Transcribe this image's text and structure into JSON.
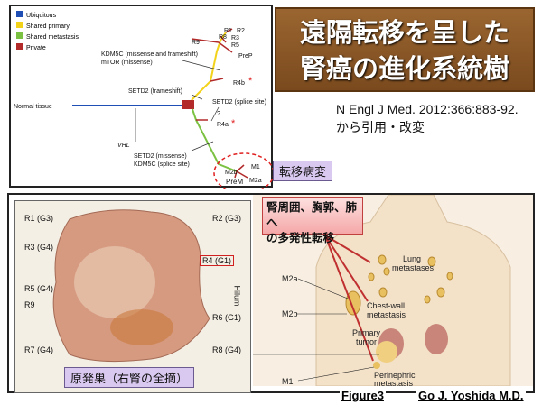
{
  "title": {
    "line1": "遠隔転移を呈した",
    "line2": "腎癌の進化系統樹"
  },
  "citation": {
    "journal": "N Engl J Med. 2012:366:883-92.",
    "note": "から引用・改変"
  },
  "tree": {
    "legend": [
      {
        "label": "Ubiquitous",
        "color": "#1f4fb5"
      },
      {
        "label": "Shared primary",
        "color": "#f3d21a"
      },
      {
        "label": "Shared metastasis",
        "color": "#7cc242"
      },
      {
        "label": "Private",
        "color": "#b22a2a"
      }
    ],
    "normal": "Normal tissue",
    "vhl": "VHL",
    "kdm5c_1": "KDM5C (missense and frameshift)",
    "mtor": "mTOR (missense)",
    "setd2_fs": "SETD2 (frameshift)",
    "setd2_ss": "SETD2 (splice site)",
    "q": "?",
    "setd2_ms": "SETD2 (missense)",
    "kdm5c_2": "KDM5C (splice site)",
    "leaves": {
      "R1": "R1",
      "R2": "R2",
      "R3": "R3",
      "R5": "R5",
      "R8": "R8",
      "R9": "R9",
      "PreP": "PreP",
      "R4b": "R4b",
      "R4a": "R4a",
      "M1": "M1",
      "M2a": "M2a",
      "M2b": "M2b",
      "PreM": "PreM"
    },
    "star": "*"
  },
  "metastasis_label": "転移病変",
  "primary": {
    "label": "原発巣（右腎の全摘）",
    "hilum": "Hilum",
    "regions": [
      "R1 (G3)",
      "R2 (G3)",
      "R3 (G4)",
      "R4 (G1)",
      "R5 (G4)",
      "R6 (G1)",
      "R7 (G4)",
      "R8 (G4)",
      "R9"
    ]
  },
  "callout": {
    "line1": "腎周囲、胸郭、肺へ",
    "line2": "の多発性転移"
  },
  "body": {
    "lung": "Lung",
    "lung2": "metastases",
    "chest": "Chest-wall",
    "chest2": "metastasis",
    "primary": "Primary",
    "primary2": "tumor",
    "peri": "Perinephric",
    "peri2": "metastasis",
    "m2a": "M2a",
    "m2b": "M2b",
    "m1": "M1"
  },
  "footer": {
    "figure": "Figure3",
    "author": "Go J. Yoshida M.D."
  }
}
